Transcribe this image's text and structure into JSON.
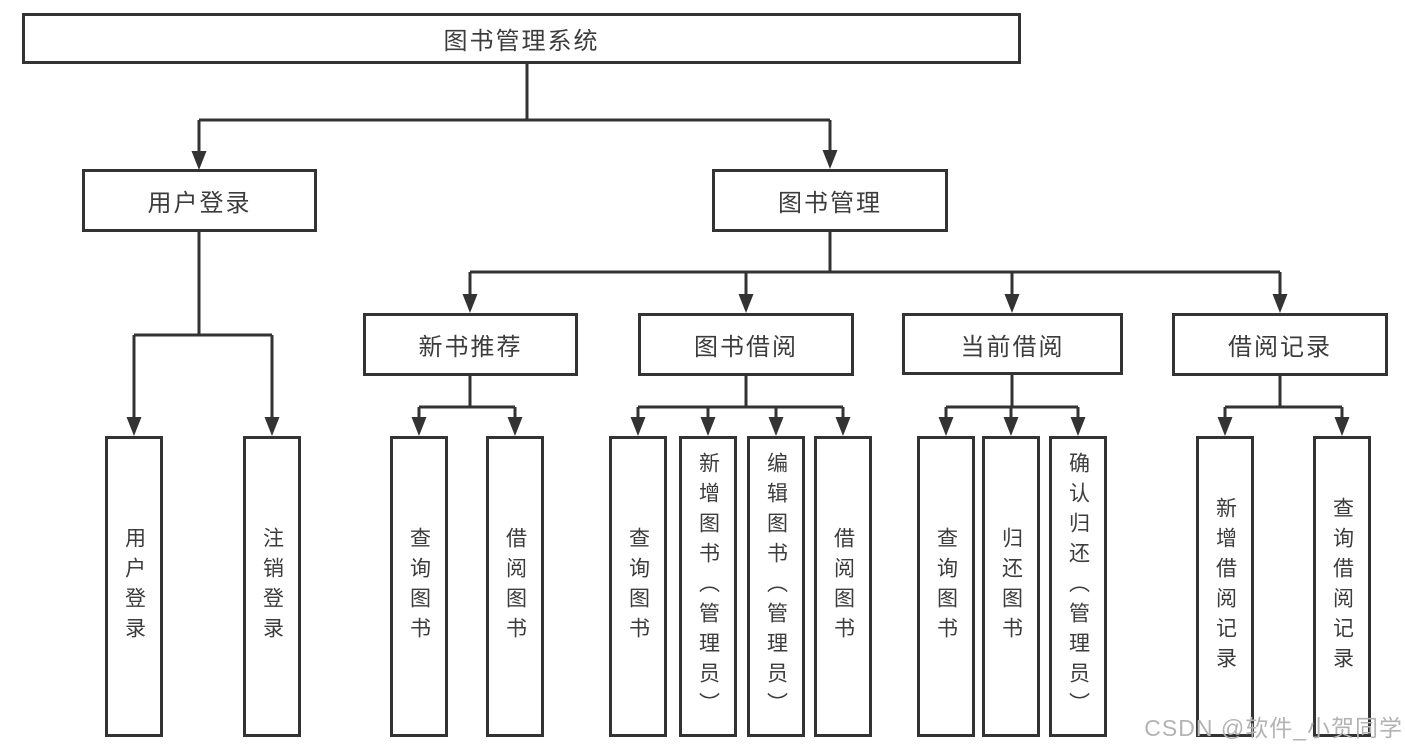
{
  "tree": {
    "root": {
      "label": "图书管理系统",
      "children": [
        {
          "label": "用户登录",
          "children": [
            {
              "label": "用户登录"
            },
            {
              "label": "注销登录"
            }
          ]
        },
        {
          "label": "图书管理",
          "children": [
            {
              "label": "新书推荐",
              "children": [
                {
                  "label": "查询图书"
                },
                {
                  "label": "借阅图书"
                }
              ]
            },
            {
              "label": "图书借阅",
              "children": [
                {
                  "label": "查询图书"
                },
                {
                  "label": "新增图书（管理员）"
                },
                {
                  "label": "编辑图书（管理员）"
                },
                {
                  "label": "借阅图书"
                }
              ]
            },
            {
              "label": "当前借阅",
              "children": [
                {
                  "label": "查询图书"
                },
                {
                  "label": "归还图书"
                },
                {
                  "label": "确认归还（管理员）"
                }
              ]
            },
            {
              "label": "借阅记录",
              "children": [
                {
                  "label": "新增借阅记录"
                },
                {
                  "label": "查询借阅记录"
                }
              ]
            }
          ]
        }
      ]
    }
  },
  "watermark": {
    "text": "CSDN @软件_小贺同学"
  },
  "colors": {
    "line": "#333333",
    "text": "#3c3c3c",
    "background": "#ffffff",
    "watermark": "#b3b3b3"
  }
}
